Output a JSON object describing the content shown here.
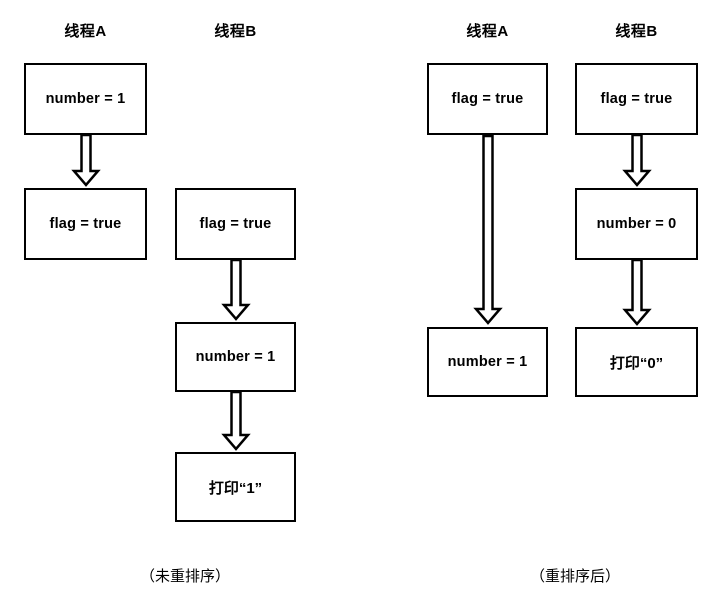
{
  "diagram": {
    "title_left_caption": "（未重排序）",
    "title_right_caption": "（重排序后）",
    "colors": {
      "background": "#ffffff",
      "stroke": "#000000",
      "box_fill": "#ffffff",
      "text": "#000000"
    },
    "panels": [
      {
        "id": "panel-before-reorder",
        "caption": "（未重排序）",
        "columns": [
          {
            "id": "left-thread-a",
            "header": "线程A",
            "nodes": [
              {
                "id": "l-a-1",
                "label": "number = 1",
                "cjk": false
              },
              {
                "id": "l-a-2",
                "label": "flag = true",
                "cjk": false
              }
            ]
          },
          {
            "id": "left-thread-b",
            "header": "线程B",
            "nodes": [
              {
                "id": "l-b-1",
                "label": "flag = true",
                "cjk": false
              },
              {
                "id": "l-b-2",
                "label": "number = 1",
                "cjk": false
              },
              {
                "id": "l-b-3",
                "label": "打印“1”",
                "cjk": true
              }
            ]
          }
        ]
      },
      {
        "id": "panel-after-reorder",
        "caption": "（重排序后）",
        "columns": [
          {
            "id": "right-thread-a",
            "header": "线程A",
            "nodes": [
              {
                "id": "r-a-1",
                "label": "flag = true",
                "cjk": false
              },
              {
                "id": "r-a-2",
                "label": "number = 1",
                "cjk": false
              }
            ]
          },
          {
            "id": "right-thread-b",
            "header": "线程B",
            "nodes": [
              {
                "id": "r-b-1",
                "label": "flag = true",
                "cjk": false
              },
              {
                "id": "r-b-2",
                "label": "number = 0",
                "cjk": false
              },
              {
                "id": "r-b-3",
                "label": "打印“0”",
                "cjk": true
              }
            ]
          }
        ]
      }
    ]
  }
}
